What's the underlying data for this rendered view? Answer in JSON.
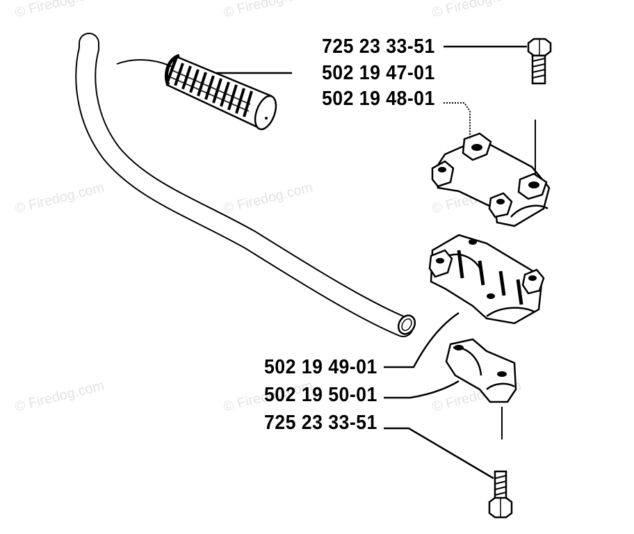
{
  "watermark": {
    "text": "© Firedog.com",
    "color": "#e3e3e3"
  },
  "labels": {
    "bolt_top": "725 23 33-51",
    "grip": "502 19 47-01",
    "clamp_top": "502 19 48-01",
    "clamp_mid": "502 19 49-01",
    "clamp_bottom": "502 19 50-01",
    "bolt_bottom": "725 23 33-51"
  },
  "line_color": "#000000"
}
